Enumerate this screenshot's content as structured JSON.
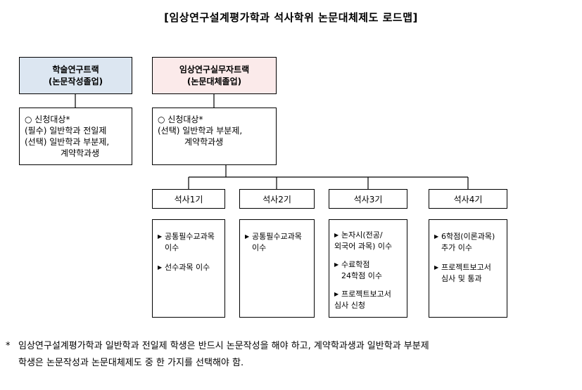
{
  "title": "[임상연구설계평가학과 석사학위 논문대체제도 로드맵]",
  "tracks": [
    {
      "name": "학술연구트랙",
      "sub": "(논문작성졸업)"
    },
    {
      "name": "임상연구실무자트랙",
      "sub": "(논문대체졸업)"
    }
  ],
  "requirements": [
    {
      "lines": [
        "○ 신청대상*",
        "(필수) 일반학과 전일제",
        "(선택) 일반학과 부분제,",
        "계약학과생"
      ]
    },
    {
      "lines": [
        "○ 신청대상*",
        "(선택) 일반학과 부분제,",
        "계약학과생"
      ]
    }
  ],
  "semesters": [
    "석사1기",
    "석사2기",
    "석사3기",
    "석사4기"
  ],
  "bullet_icon": "triangle-right",
  "details": [
    {
      "items": [
        [
          "공통필수교과목",
          "이수"
        ],
        [
          "선수과목 이수"
        ]
      ]
    },
    {
      "items": [
        [
          "공통필수교과목",
          "이수"
        ]
      ]
    },
    {
      "items": [
        [
          "논자시(전공/",
          "외국어 과목) 이수"
        ],
        [
          "수료학점",
          "24학점 이수"
        ],
        [
          "프로젝트보고서",
          "심사 신청"
        ]
      ]
    },
    {
      "items": [
        [
          "6학점(이론과목)",
          "추가 이수"
        ],
        [
          "프로젝트보고서",
          "심사 및 통과"
        ]
      ]
    }
  ],
  "note": {
    "star": "*",
    "line1": "임상연구설계평가학과 일반학과 전일제 학생은 반드시 논문작성을 해야 하고, 계약학과생과 일반학과 부분제",
    "line2": "학생은 논문작성과 논문대체제도 중 한 가지를 선택해야 함."
  },
  "colors": {
    "track1_bg": "#dce6f1",
    "track2_bg": "#fbeaea",
    "line": "#000000"
  }
}
